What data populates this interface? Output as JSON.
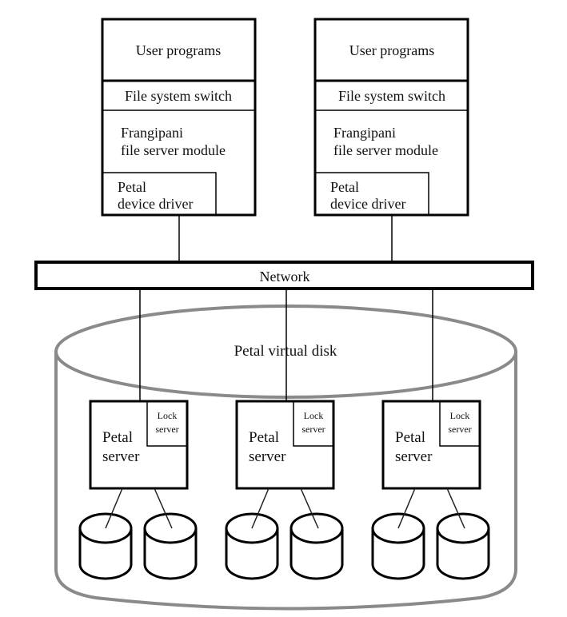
{
  "clients": [
    {
      "user_programs": "User programs",
      "fs_switch": "File system switch",
      "fs_module_line1": "Frangipani",
      "fs_module_line2": "file server module",
      "driver_line1": "Petal",
      "driver_line2": "device driver"
    },
    {
      "user_programs": "User programs",
      "fs_switch": "File system switch",
      "fs_module_line1": "Frangipani",
      "fs_module_line2": "file server module",
      "driver_line1": "Petal",
      "driver_line2": "device driver"
    }
  ],
  "network": {
    "label": "Network"
  },
  "virtual_disk": {
    "label": "Petal virtual disk"
  },
  "servers": [
    {
      "line1": "Petal",
      "line2": "server",
      "lock_line1": "Lock",
      "lock_line2": "server",
      "disks": 2
    },
    {
      "line1": "Petal",
      "line2": "server",
      "lock_line1": "Lock",
      "lock_line2": "server",
      "disks": 2
    },
    {
      "line1": "Petal",
      "line2": "server",
      "lock_line1": "Lock",
      "lock_line2": "server",
      "disks": 2
    }
  ],
  "colors": {
    "stroke": "#000000",
    "disk_outline": "#8a8a8a",
    "background": "#ffffff"
  }
}
